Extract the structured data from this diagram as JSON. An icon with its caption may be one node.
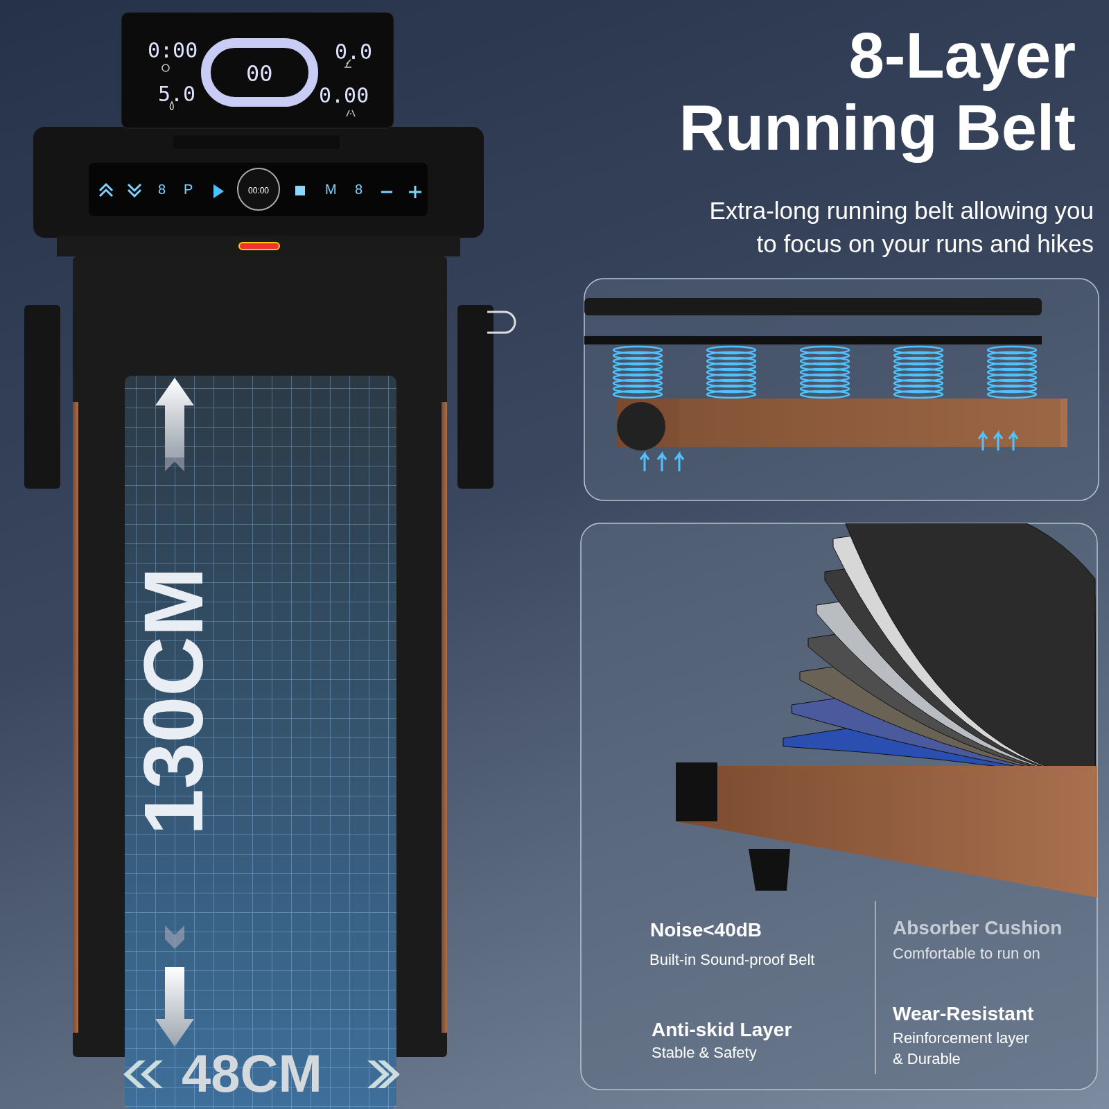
{
  "diagram": {
    "title": "8-Layer Running Belt",
    "labels": [
      "0:00",
      "00",
      "0.0",
      "5.0",
      "0.00",
      "8",
      "P",
      "00:00",
      "M",
      "8",
      "Extra-long running belt allowing you to focus on your runs and hikes",
      "130CM",
      "48CM",
      "Noise<40dB",
      "Built-in Sound-proof Belt",
      "Absorber Cushion",
      "Comfortable to run on",
      "Anti-skid Layer",
      "Stable & Safety",
      "Wear-Resistant",
      "Reinforcement layer & Durable"
    ]
  }
}
